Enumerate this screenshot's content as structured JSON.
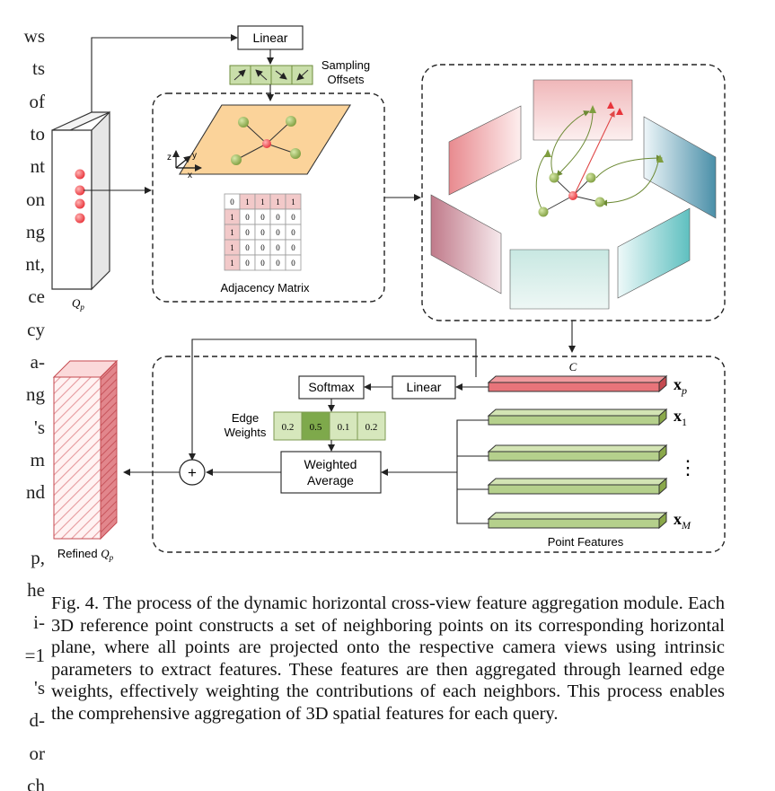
{
  "left_fragments": [
    "ws",
    "ts",
    "of",
    "to",
    "nt",
    "on",
    "ng",
    "nt,",
    "ce",
    "cy",
    "a-",
    "ng",
    "'s",
    "m",
    "nd",
    "",
    "p,",
    "he",
    "i-",
    "=1",
    "'s",
    "d-",
    "or",
    "ch"
  ],
  "figure": {
    "qp_label": "Q",
    "qp_sub": "p",
    "linear_top": "Linear",
    "sampling_offsets": [
      "Sampling",
      "Offsets"
    ],
    "axis_z": "z",
    "axis_y": "y",
    "axis_x": "x",
    "adjacency_label": "Adjacency Matrix",
    "matrix": [
      [
        0,
        1,
        1,
        1,
        1
      ],
      [
        1,
        0,
        0,
        0,
        0
      ],
      [
        1,
        0,
        0,
        0,
        0
      ],
      [
        1,
        0,
        0,
        0,
        0
      ],
      [
        1,
        0,
        0,
        0,
        0
      ]
    ],
    "c_label": "C",
    "softmax": "Softmax",
    "linear_bottom": "Linear",
    "edge_weights": [
      "Edge",
      "Weights"
    ],
    "weights": [
      "0.2",
      "0.5",
      "0.1",
      "0.2"
    ],
    "weighted_average": [
      "Weighted",
      "Average"
    ],
    "plus": "+",
    "xp": "x",
    "xp_sub": "p",
    "x1": "x",
    "x1_sub": "1",
    "xm": "x",
    "xm_sub": "M",
    "ellipsis": "⋮",
    "point_features": "Point Features",
    "refined_label": "Refined",
    "refined_q": "Q",
    "refined_sub": "p"
  },
  "caption": {
    "label": "Fig. 4.",
    "body": "The process of the dynamic horizontal cross-view feature aggregation module. Each 3D reference point constructs a set of neighboring points on its corresponding horizontal plane, where all points are projected onto the respective camera views using intrinsic parameters to extract features. These features are then aggregated through learned edge weights, effectively weighting the contributions of each neighbors. This process enables the comprehensive aggregation of 3D spatial features for each query."
  },
  "colors": {
    "red_point": "#f0606a",
    "green_node": "#8aa84a",
    "plane_orange": "#fbd39a",
    "feature_green": "#b5d08c",
    "feature_red": "#e8747a",
    "weight_highlight": "#7ea94b"
  }
}
